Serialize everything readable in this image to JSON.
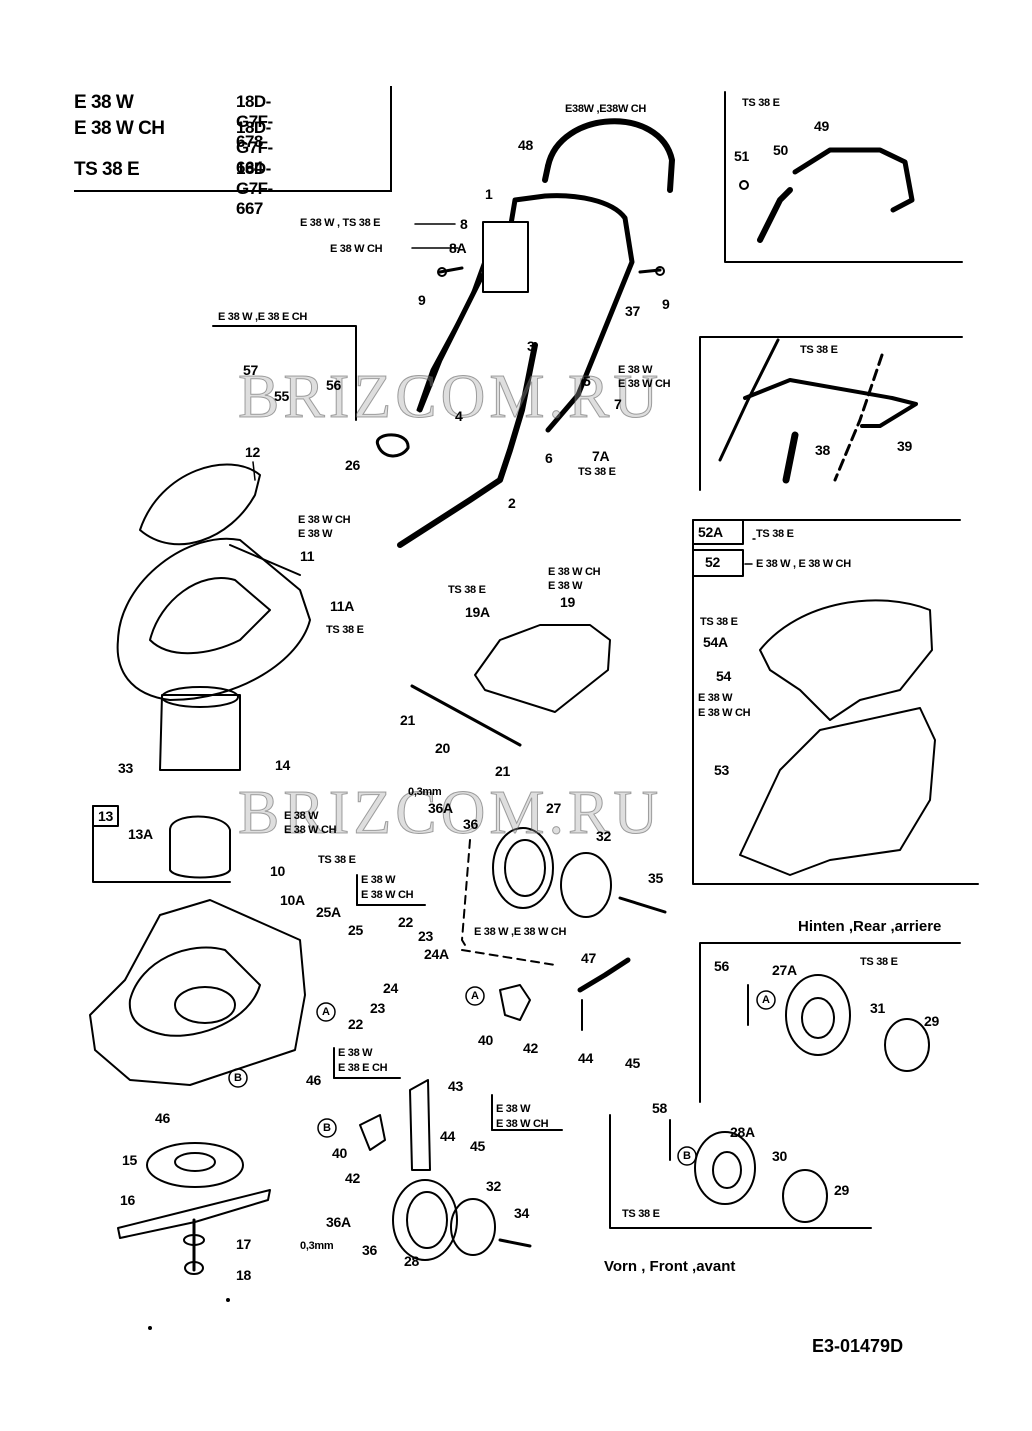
{
  "models": [
    {
      "name": "E 38 W",
      "code": "18D-G7F-678"
    },
    {
      "name": "E 38 W CH",
      "code": "18D-G7F-664"
    },
    {
      "name": "TS 38 E",
      "code": "18D-G7F-667"
    }
  ],
  "watermark": "BRIZCOM.RU",
  "drawing_number": "E3-01479D",
  "sections": {
    "rear": "Hinten ,Rear ,arriere",
    "front": "Vorn , Front ,avant"
  },
  "variants": {
    "e38w_e38wch_top": "E38W ,E38W CH",
    "ts38e": "TS 38 E",
    "e38w": "E 38 W",
    "e38wch": "E 38 W CH",
    "e38w_ts38e": "E 38 W , TS 38 E",
    "e38w_e38ech": "E 38 W ,E 38 E CH",
    "e38w_e38wch": "E 38 W , E 38 W CH",
    "e38ech": "E 38 E CH",
    "e38w_e38wch_b": "E 38 W ,E 38 W CH"
  },
  "thickness": "0,3mm",
  "parts": {
    "p1": "1",
    "p2": "2",
    "p3": "3",
    "p4": "4",
    "p5": "5",
    "p6": "6",
    "p7": "7",
    "p7a": "7A",
    "p8": "8",
    "p8a": "8A",
    "p9": "9",
    "p10": "10",
    "p10a": "10A",
    "p11": "11",
    "p11a": "11A",
    "p12": "12",
    "p13": "13",
    "p13a": "13A",
    "p14": "14",
    "p15": "15",
    "p16": "16",
    "p17": "17",
    "p18": "18",
    "p19": "19",
    "p19a": "19A",
    "p20": "20",
    "p21": "21",
    "p22": "22",
    "p23": "23",
    "p24": "24",
    "p24a": "24A",
    "p25": "25",
    "p25a": "25A",
    "p26": "26",
    "p27": "27",
    "p27a": "27A",
    "p28": "28",
    "p28a": "28A",
    "p29": "29",
    "p30": "30",
    "p31": "31",
    "p32": "32",
    "p33": "33",
    "p34": "34",
    "p35": "35",
    "p36": "36",
    "p36a": "36A",
    "p37": "37",
    "p38": "38",
    "p39": "39",
    "p40": "40",
    "p42": "42",
    "p43": "43",
    "p44": "44",
    "p45": "45",
    "p46": "46",
    "p47": "47",
    "p48": "48",
    "p49": "49",
    "p50": "50",
    "p51": "51",
    "p52": "52",
    "p52a": "52A",
    "p53": "53",
    "p54": "54",
    "p54a": "54A",
    "p55": "55",
    "p56": "56",
    "p57": "57",
    "p58": "58"
  },
  "refs": {
    "a": "A",
    "b": "B"
  }
}
